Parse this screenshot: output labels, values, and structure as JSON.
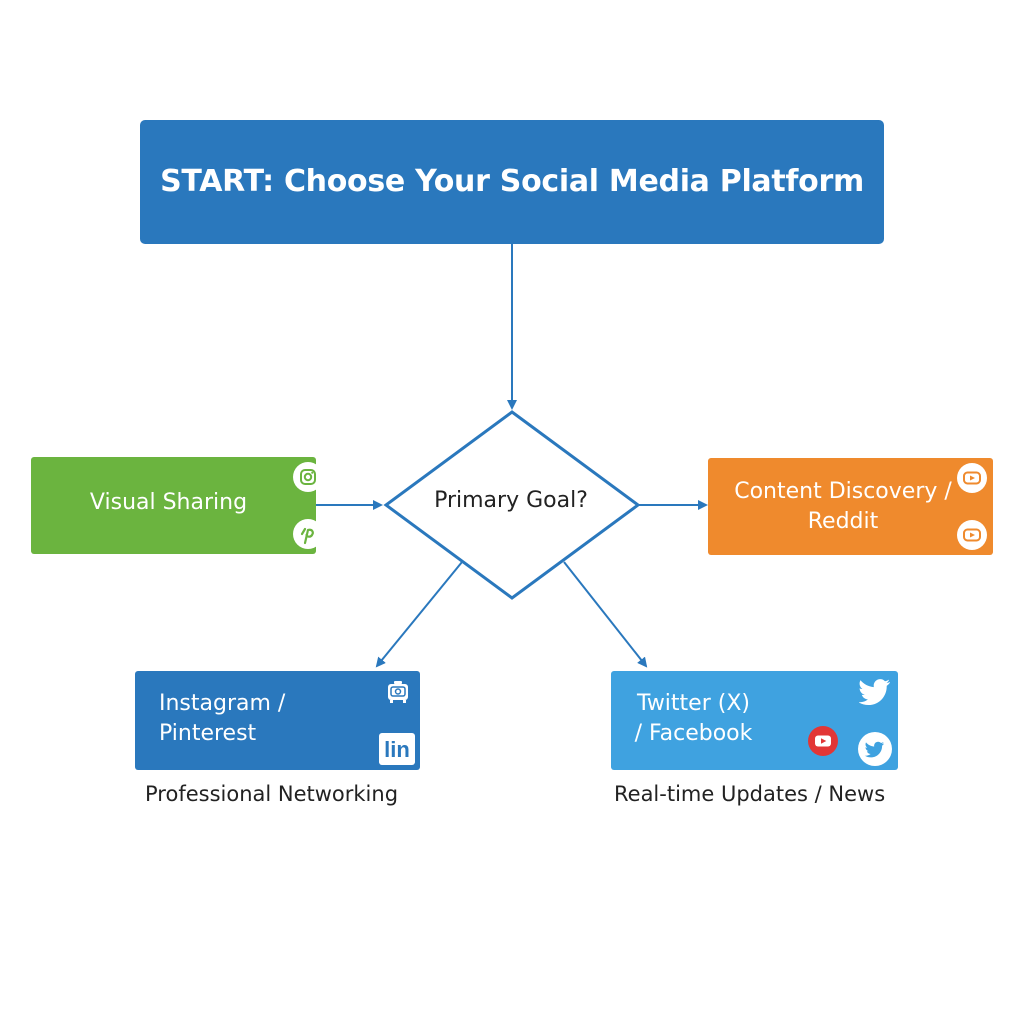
{
  "colors": {
    "blue": "#2a78bd",
    "green": "#6bb43f",
    "orange": "#ef8a2d",
    "light_blue": "#3fa2e0",
    "connector": "#2a78bd",
    "youtube_red": "#e23636"
  },
  "nodes": {
    "start": {
      "label": "START: Choose Your Social Media Platform"
    },
    "decision": {
      "label": "Primary Goal?"
    },
    "visual_sharing": {
      "label": "Visual Sharing",
      "icons": [
        "instagram-icon",
        "pinterest-icon"
      ]
    },
    "content_discovery": {
      "label": "Content Discovery /\nReddit",
      "icons": [
        "youtube-icon",
        "youtube-icon"
      ]
    },
    "instagram_pinterest": {
      "label": "Instagram /\nPinterest",
      "icons": [
        "camera-badge-icon",
        "linkedin-icon"
      ]
    },
    "twitter_facebook": {
      "label": "Twitter (X)\n/ Facebook",
      "icons": [
        "twitter-bird-icon",
        "youtube-icon",
        "twitter-bird-icon"
      ]
    }
  },
  "captions": {
    "professional_networking": "Professional Networking",
    "realtime_updates": "Real-time Updates / News"
  },
  "icon_text": {
    "linkedin": "lin"
  }
}
